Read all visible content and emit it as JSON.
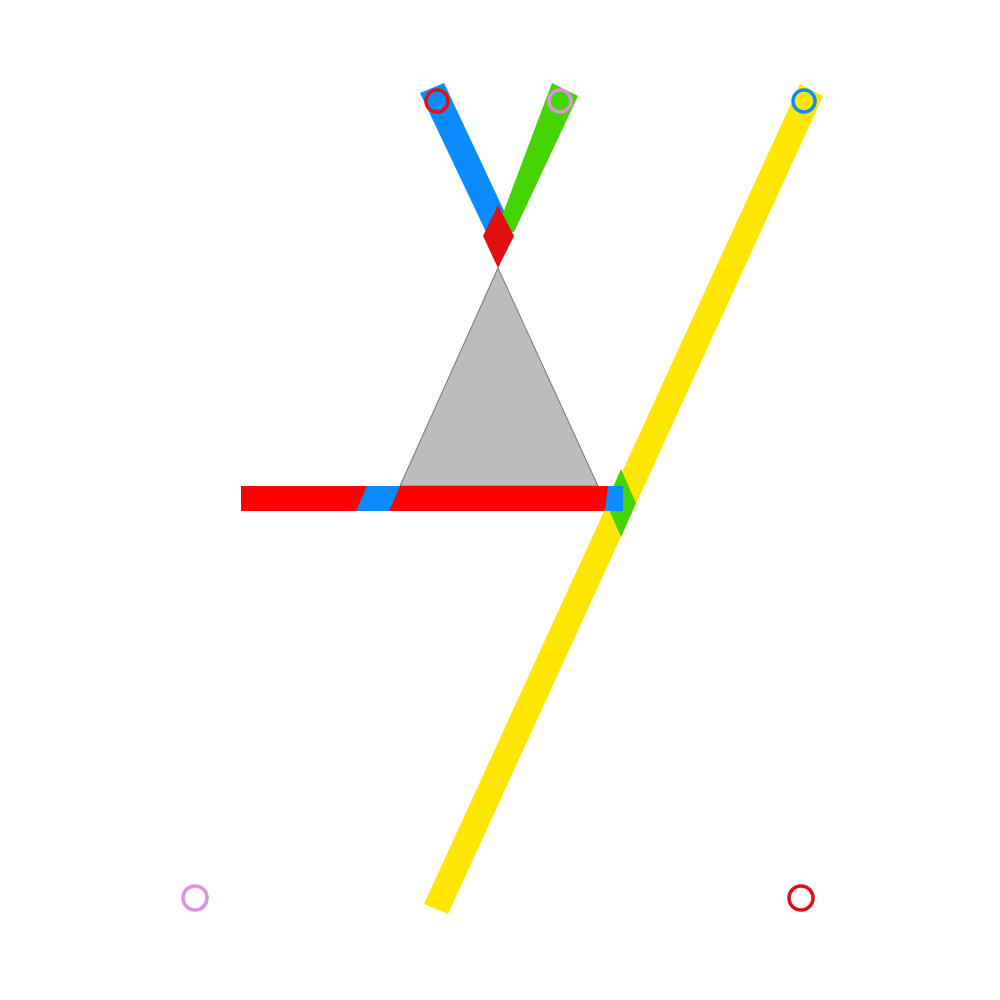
{
  "colors": {
    "background": "#ffffff",
    "triangle": "#bdbdbd",
    "triangle_edge": "#777777",
    "blue": "#0a8cff",
    "green": "#44d400",
    "red": "#ff0000",
    "dark_red": "#e01010",
    "yellow": "#ffe600",
    "pink": "#e090e0"
  },
  "pieces": {
    "triangle": {
      "color": "triangle",
      "icon": "triangle-shape"
    },
    "strips": [
      {
        "id": "blue-strip",
        "color": "blue"
      },
      {
        "id": "green-strip",
        "color": "green"
      },
      {
        "id": "red-strip",
        "color": "red"
      },
      {
        "id": "yellow-strip",
        "color": "yellow"
      }
    ],
    "markers": [
      {
        "id": "marker-red-top",
        "color": "dark_red",
        "fill": "blue"
      },
      {
        "id": "marker-pink-top",
        "color": "pink",
        "fill": "green"
      },
      {
        "id": "marker-blue-top",
        "color": "blue",
        "fill": "yellow"
      },
      {
        "id": "marker-pink-bottom",
        "color": "pink",
        "fill": "background"
      },
      {
        "id": "marker-red-bottom",
        "color": "dark_red",
        "fill": "background"
      }
    ]
  }
}
